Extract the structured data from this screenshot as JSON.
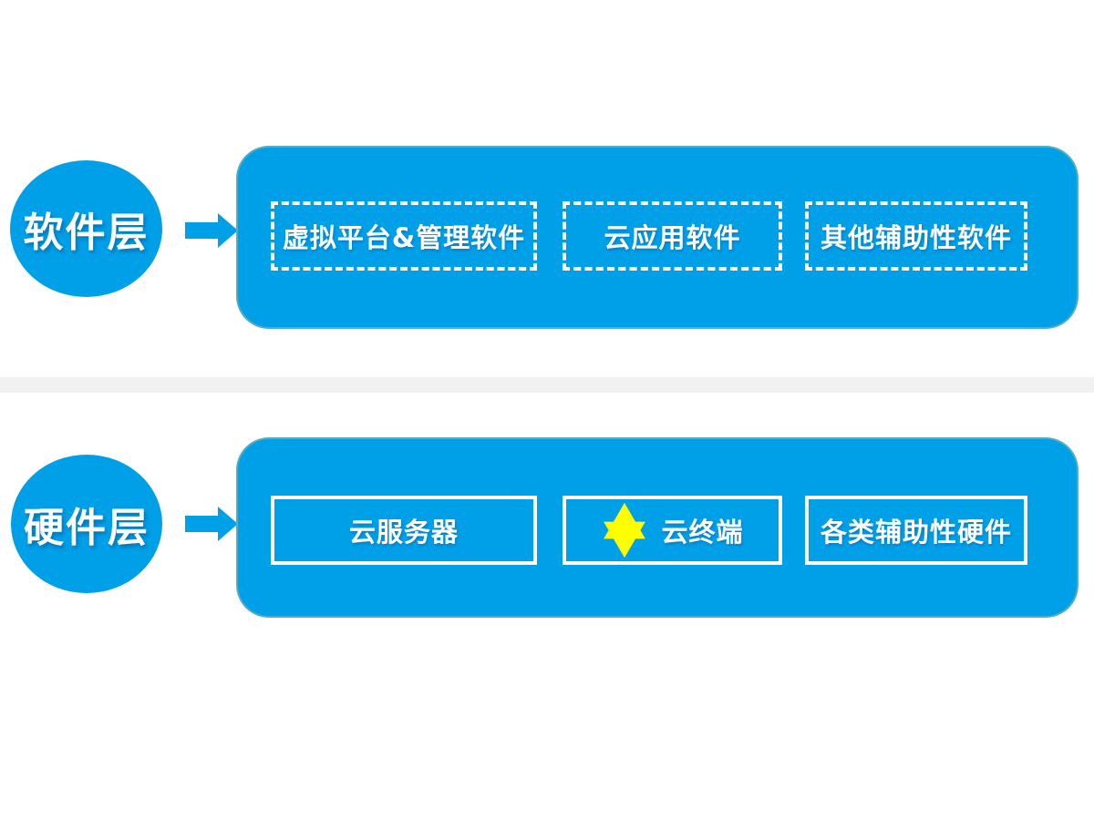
{
  "colors": {
    "accent_blue": "#00A0E9",
    "star_yellow": "#FFFF00",
    "divider_gray": "#F1F1F1",
    "box_border_white": "#FFFFFF"
  },
  "software": {
    "label": "软件层",
    "boxes": [
      {
        "label": "虚拟平台&管理软件"
      },
      {
        "label": "云应用软件"
      },
      {
        "label": "其他辅助性软件"
      }
    ]
  },
  "hardware": {
    "label": "硬件层",
    "boxes": [
      {
        "label": "云服务器"
      },
      {
        "label": "云终端",
        "icon": "six-pointed-star"
      },
      {
        "label": "各类辅助性硬件"
      }
    ]
  }
}
